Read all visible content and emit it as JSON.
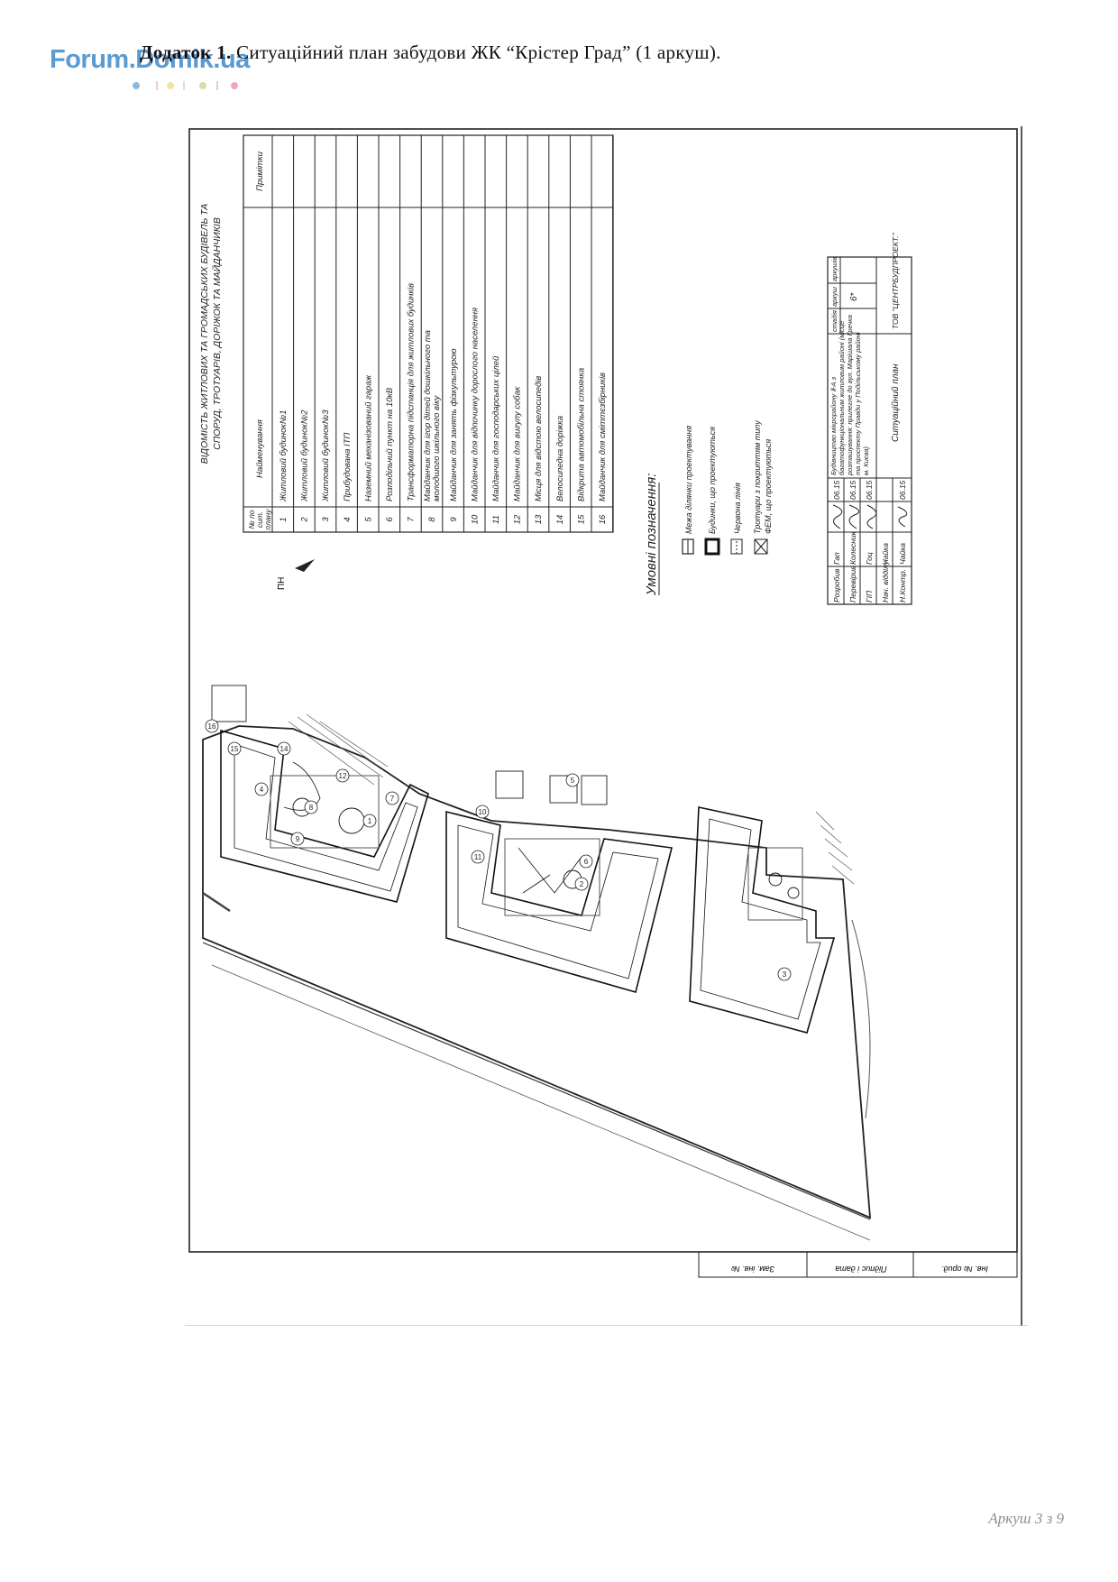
{
  "logo": {
    "text": "Forum.Domik.ua",
    "dot_colors": [
      "#8db9e0",
      "#f1e3a4",
      "#cfe3a6",
      "#f0a8b9"
    ]
  },
  "heading": {
    "label": "Додаток 1.",
    "text": "Ситуаційний план забудови ЖК “Крістер Град” (1 аркуш)."
  },
  "schedule": {
    "title_line1": "ВІДОМІСТЬ ЖИТЛОВИХ ТА ГРОМАДСЬКИХ БУДІВЕЛЬ ТА",
    "title_line2": "СПОРУД, ТРОТУАРІВ, ДОРІЖОК ТА МАЙДАНЧИКІВ",
    "col_num_1": "№ по",
    "col_num_2": "сит.",
    "col_num_3": "плану",
    "col_name": "Найменування",
    "col_notes": "Примітки",
    "rows": [
      {
        "num": "1",
        "name": "Житловий будинок№1"
      },
      {
        "num": "2",
        "name": "Житловий будинок№2"
      },
      {
        "num": "3",
        "name": "Житловий будинок№3"
      },
      {
        "num": "4",
        "name": "Прибудована ІТП"
      },
      {
        "num": "5",
        "name": "Наземний механізований гараж"
      },
      {
        "num": "6",
        "name": "Розподільчий пункт на 10кВ"
      },
      {
        "num": "7",
        "name": "Трансформаторна підстанція для житлових будинків"
      },
      {
        "num": "8",
        "name": "Майданчик для ігор дітей дошкільного та",
        "name2": "молодшого шкільного віку"
      },
      {
        "num": "9",
        "name": "Майданчик для занять фізкультурою"
      },
      {
        "num": "10",
        "name": "Майданчик для відпочинку дорослого населення"
      },
      {
        "num": "11",
        "name": "Майданчик для господарських цілей"
      },
      {
        "num": "12",
        "name": "Майданчик для вигулу собак"
      },
      {
        "num": "13",
        "name": "Місця для відстою велосипедів"
      },
      {
        "num": "14",
        "name": "Велосипедна доріжка"
      },
      {
        "num": "15",
        "name": "Відкрита автомобільна стоянка"
      },
      {
        "num": "16",
        "name": "Майданчик для сміттєзбірників"
      }
    ]
  },
  "legend": {
    "title": "Умовні позначення:",
    "items": [
      "Межа ділянки проектування",
      "Будинки, що проектуються",
      "Червона лінія",
      "Тротуари з покриттям типу",
      "ФЕМ, що проектуються"
    ]
  },
  "north_label": "ПН",
  "title_block": {
    "roles": [
      "Розробив",
      "Перевірив",
      "ГІП",
      "Нач. відділу",
      "Н.Контр."
    ],
    "names": [
      "Гап",
      "Колесник",
      "Гоц",
      "Чайка",
      "Чайка"
    ],
    "date": "06.15",
    "project_1": "Будівництво мікрорайону Ⅱ-А з",
    "project_2": "багатофункціональним житловим районі (місце",
    "project_3": "розташування: прилегле до вул. Марішала Гречка",
    "project_4": "та проспекту Правди у Подільському районі",
    "project_5": "м. Києва)",
    "sheet_title": "Ситуаційний план",
    "h_stage": "стадія",
    "h_sheet": "аркуш",
    "h_sheets": "аркушів",
    "sheet_no": "6*",
    "org": "ТОВ \"ЦЕНТРБУДПРОЕКТ.\""
  },
  "side_strip": {
    "inv": "Інв. № орид.",
    "sign": "Підпис і дата",
    "replace": "Зам. інв. №"
  },
  "plan_labels": [
    "1",
    "2",
    "3",
    "4",
    "5",
    "6",
    "7",
    "8",
    "9",
    "10",
    "11",
    "12",
    "14",
    "15",
    "16"
  ],
  "page_footer": "Аркуш 3 з 9"
}
